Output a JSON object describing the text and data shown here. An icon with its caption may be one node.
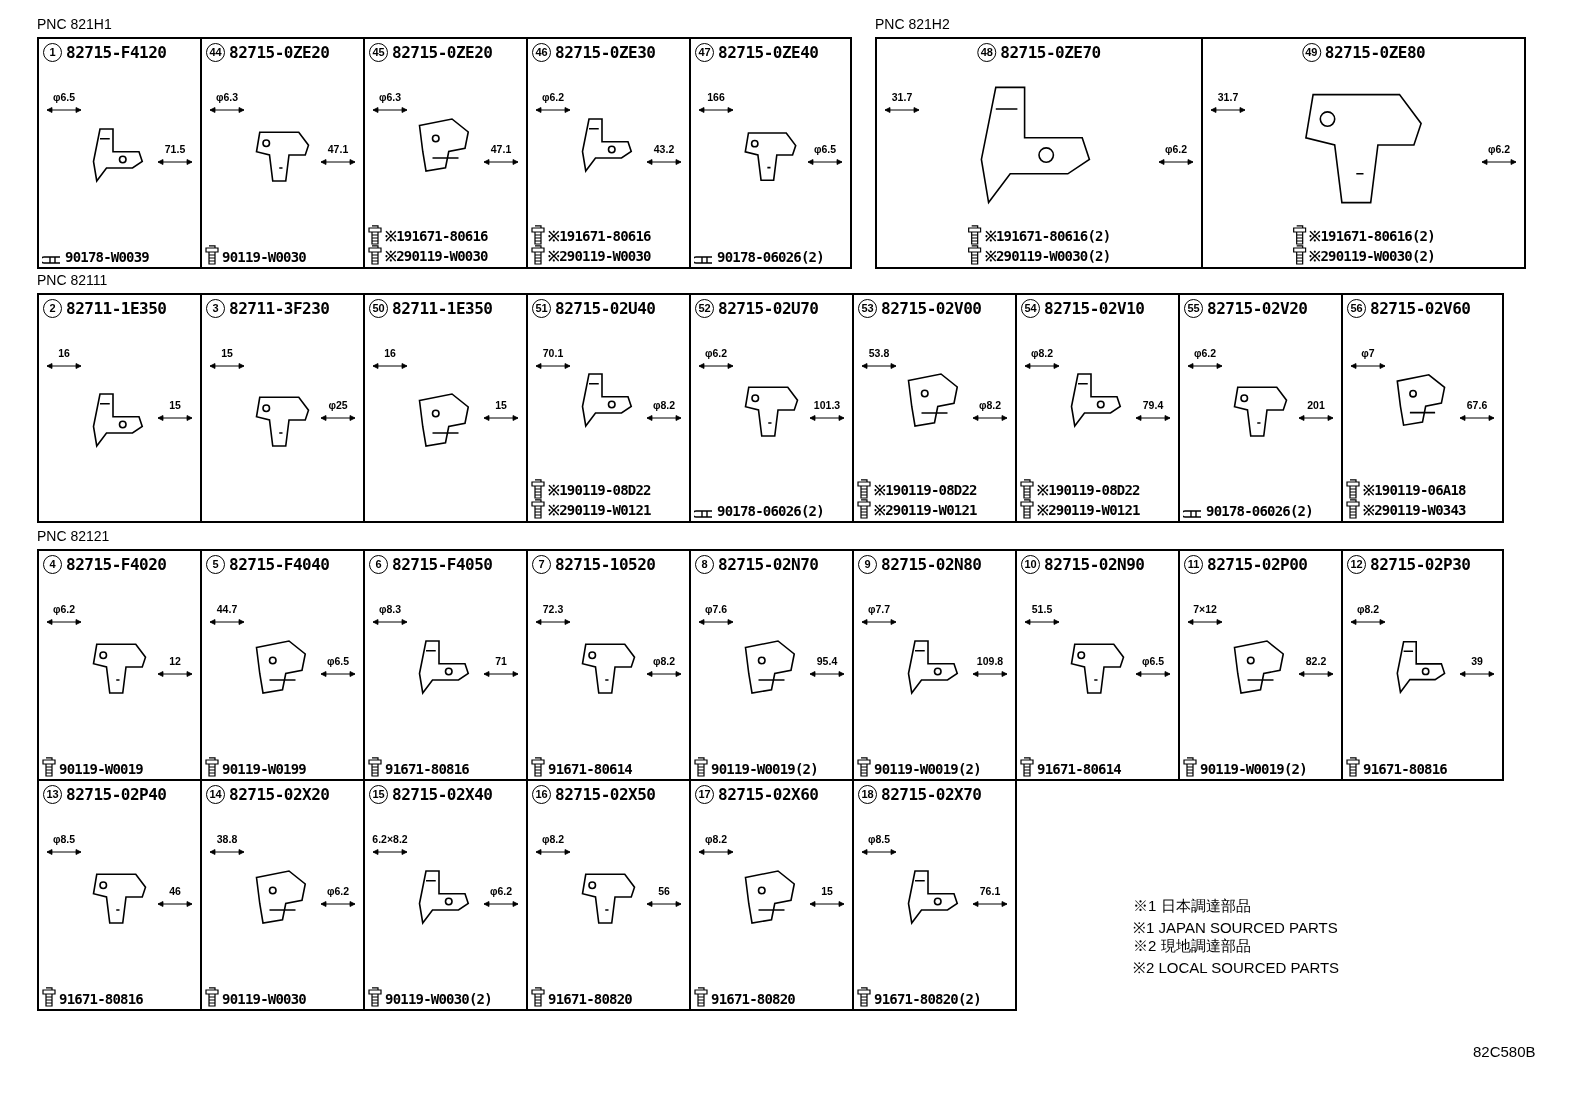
{
  "diagram": {
    "nodes": [
      {
        "text": [
          "PNC 821H1"
        ]
      },
      {
        "text": [
          "1",
          "82715-F4120",
          "φ6.5",
          "71.5",
          "90178-W0039"
        ],
        "in": 0
      },
      {
        "text": [
          "44",
          "82715-0ZE20",
          "φ6.3",
          "47.1",
          "90119-W0030"
        ],
        "in": 0
      },
      {
        "text": [
          "45",
          "82715-0ZE20",
          "φ6.3",
          "47.1",
          "※191671-80616",
          "※290119-W0030"
        ],
        "in": 0
      },
      {
        "text": [
          "46",
          "82715-0ZE30",
          "φ6.2",
          "43.2",
          "※191671-80616",
          "※290119-W0030"
        ],
        "in": 0
      },
      {
        "text": [
          "47",
          "82715-0ZE40",
          "166",
          "φ6.5",
          "90178-06026(2)"
        ],
        "in": 0
      },
      {
        "text": [
          "PNC 821H2"
        ]
      },
      {
        "text": [
          "48",
          "82715-0ZE70",
          "31.7",
          "φ6.2",
          "※191671-80616(2)",
          "※290119-W0030(2)"
        ],
        "in": 6
      },
      {
        "text": [
          "49",
          "82715-0ZE80",
          "31.7",
          "φ6.2",
          "※191671-80616(2)",
          "※290119-W0030(2)"
        ],
        "in": 6
      },
      {
        "text": [
          "PNC 82111"
        ]
      },
      {
        "text": [
          "2",
          "82711-1E350",
          "16",
          "15"
        ],
        "in": 9
      },
      {
        "text": [
          "3",
          "82711-3F230",
          "15",
          "φ25"
        ],
        "in": 9
      },
      {
        "text": [
          "50",
          "82711-1E350",
          "16",
          "15"
        ],
        "in": 9
      },
      {
        "text": [
          "51",
          "82715-02U40",
          "70.1",
          "φ8.2",
          "※190119-08D22",
          "※290119-W0121"
        ],
        "in": 9
      },
      {
        "text": [
          "52",
          "82715-02U70",
          "φ6.2",
          "101.3",
          "90178-06026(2)"
        ],
        "in": 9
      },
      {
        "text": [
          "53",
          "82715-02V00",
          "53.8",
          "φ8.2",
          "※190119-08D22",
          "※290119-W0121"
        ],
        "in": 9
      },
      {
        "text": [
          "54",
          "82715-02V10",
          "φ8.2",
          "79.4",
          "※190119-08D22",
          "※290119-W0121"
        ],
        "in": 9
      },
      {
        "text": [
          "55",
          "82715-02V20",
          "φ6.2",
          "201",
          "90178-06026(2)"
        ],
        "in": 9
      },
      {
        "text": [
          "56",
          "82715-02V60",
          "φ7",
          "67.6",
          "※190119-06A18",
          "※290119-W0343"
        ],
        "in": 9
      },
      {
        "text": [
          "PNC 82121"
        ]
      },
      {
        "text": [
          "4",
          "82715-F4020",
          "φ6.2",
          "12",
          "90119-W0019"
        ],
        "in": 19
      },
      {
        "text": [
          "5",
          "82715-F4040",
          "44.7",
          "φ6.5",
          "90119-W0199"
        ],
        "in": 19
      },
      {
        "text": [
          "6",
          "82715-F4050",
          "φ8.3",
          "71",
          "91671-80816"
        ],
        "in": 19
      },
      {
        "text": [
          "7",
          "82715-10520",
          "72.3",
          "φ8.2",
          "91671-80614"
        ],
        "in": 19
      },
      {
        "text": [
          "8",
          "82715-02N70",
          "φ7.6",
          "95.4",
          "90119-W0019(2)"
        ],
        "in": 19
      },
      {
        "text": [
          "9",
          "82715-02N80",
          "φ7.7",
          "109.8",
          "90119-W0019(2)"
        ],
        "in": 19
      },
      {
        "text": [
          "10",
          "82715-02N90",
          "51.5",
          "φ6.5",
          "91671-80614"
        ],
        "in": 19
      },
      {
        "text": [
          "11",
          "82715-02P00",
          "7×12",
          "82.2",
          "90119-W0019(2)"
        ],
        "in": 19
      },
      {
        "text": [
          "12",
          "82715-02P30",
          "φ8.2",
          "39",
          "91671-80816"
        ],
        "in": 19
      },
      {
        "text": [
          "13",
          "82715-02P40",
          "φ8.5",
          "46",
          "91671-80816"
        ],
        "in": 19
      },
      {
        "text": [
          "14",
          "82715-02X20",
          "38.8",
          "φ6.2",
          "90119-W0030"
        ],
        "in": 19
      },
      {
        "text": [
          "15",
          "82715-02X40",
          "6.2×8.2",
          "φ6.2",
          "90119-W0030(2)"
        ],
        "in": 19
      },
      {
        "text": [
          "16",
          "82715-02X50",
          "φ8.2",
          "56",
          "91671-80820"
        ],
        "in": 19
      },
      {
        "text": [
          "17",
          "82715-02X60",
          "φ8.2",
          "15",
          "91671-80820"
        ],
        "in": 19
      },
      {
        "text": [
          "18",
          "82715-02X70",
          "φ8.5",
          "76.1",
          "91671-80820(2)"
        ],
        "in": 19
      }
    ],
    "labels": [
      "※1 日本調達部品",
      "※1 JAPAN SOURCED PARTS",
      "※2 現地調達部品",
      "※2 LOCAL SOURCED PARTS",
      "82C580B"
    ]
  }
}
